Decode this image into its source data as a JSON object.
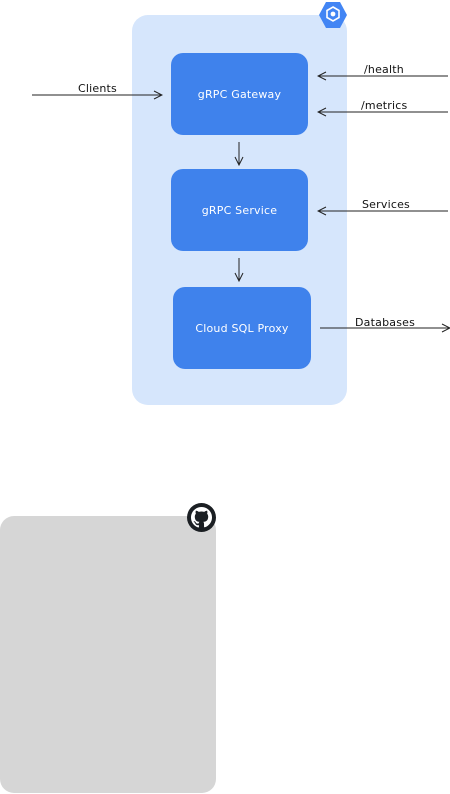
{
  "nodes": {
    "gateway": "gRPC Gateway",
    "service": "gRPC Service",
    "proxy": "Cloud SQL Proxy"
  },
  "edges": {
    "clients": "Clients",
    "health": "/health",
    "metrics": "/metrics",
    "services": "Services",
    "databases": "Databases"
  },
  "icons": {
    "cloud": "gcp-hexagon-icon",
    "repo": "github-icon"
  },
  "colors": {
    "cluster_bg": "#d6e6fc",
    "node_bg": "#3f82ec",
    "repo_bg": "#d6d6d6",
    "line": "#222222"
  }
}
